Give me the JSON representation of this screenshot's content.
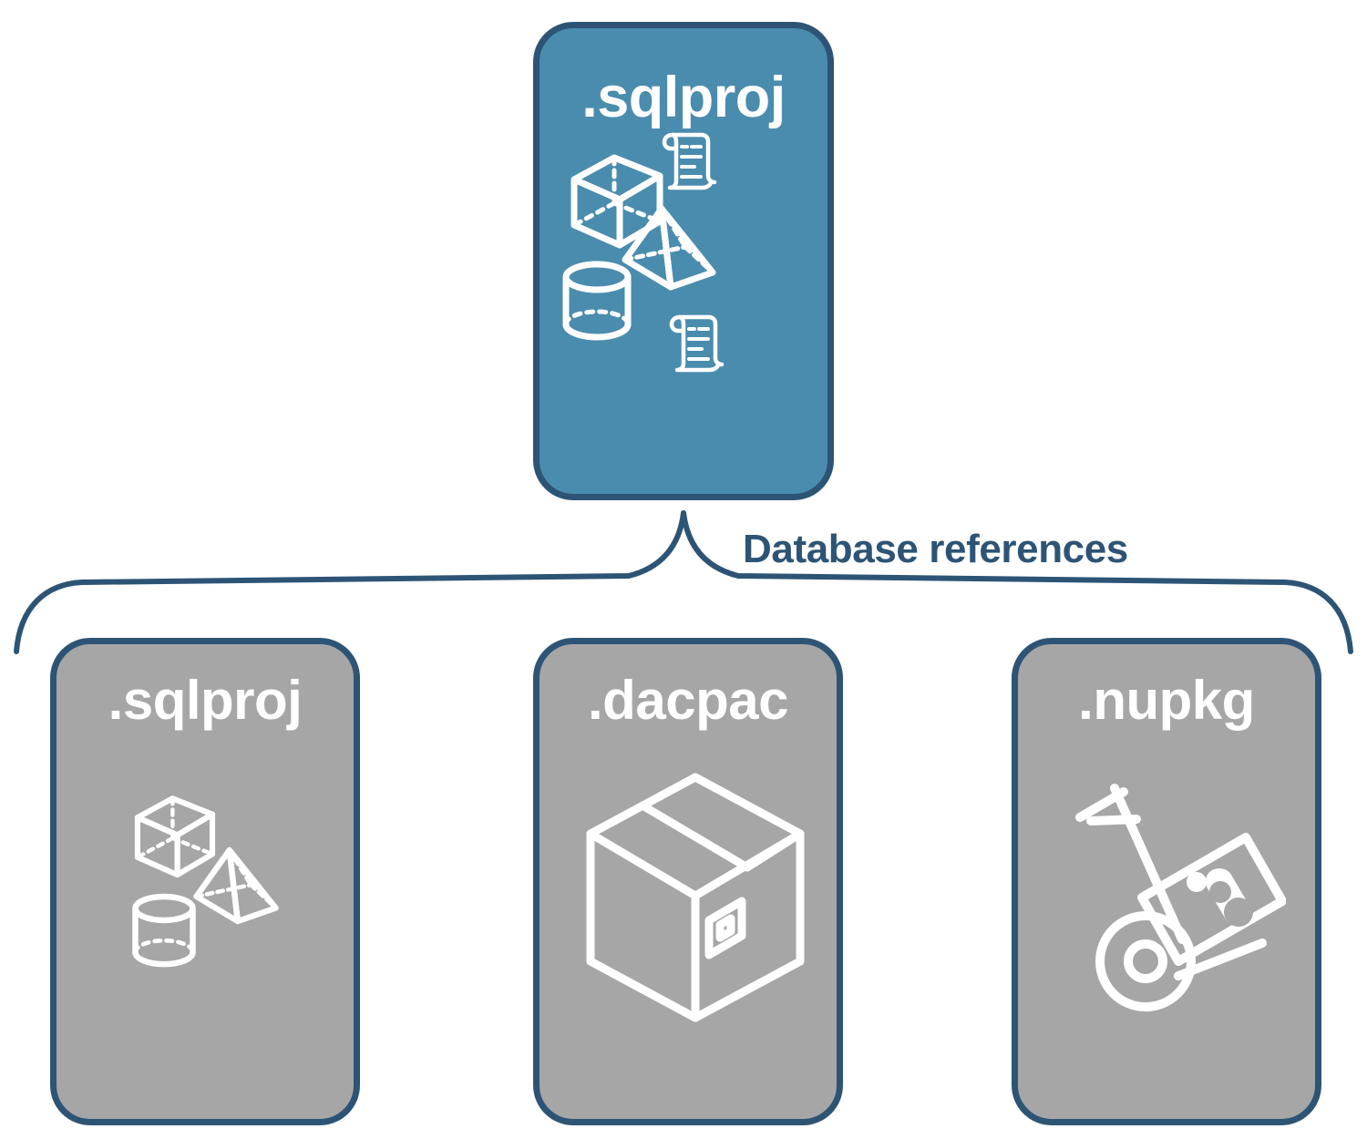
{
  "diagram": {
    "title_text": "Database references",
    "colors": {
      "accent_blue": "#4a8cae",
      "border_navy": "#2d5475",
      "card_gray": "#a6a6a6",
      "icon_white": "#ffffff",
      "background": "#ffffff"
    }
  },
  "root_card": {
    "label": ".sqlproj",
    "icons": [
      "wireframe-cube-icon",
      "scroll-icon",
      "wireframe-pyramid-icon",
      "wireframe-cylinder-icon",
      "scroll-icon"
    ]
  },
  "connector": {
    "label": "Database references"
  },
  "reference_cards": [
    {
      "label": ".sqlproj",
      "icons": [
        "wireframe-cube-icon",
        "wireframe-pyramid-icon",
        "wireframe-cylinder-icon"
      ]
    },
    {
      "label": ".dacpac",
      "icons": [
        "shipping-box-icon"
      ]
    },
    {
      "label": ".nupkg",
      "icons": [
        "hand-truck-package-icon"
      ]
    }
  ]
}
